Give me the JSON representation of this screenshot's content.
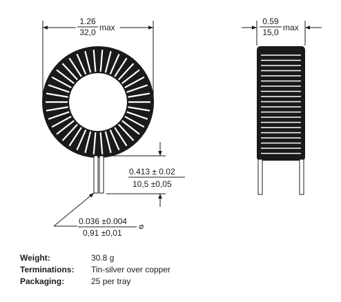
{
  "dimensions": {
    "od": {
      "inch": "1.26",
      "mm": "32,0",
      "suffix": "max"
    },
    "height": {
      "inch": "0.59",
      "mm": "15,0",
      "suffix": "max"
    },
    "lead_length": {
      "inch": "0.413 ± 0.02",
      "mm": "10,5 ±0,05"
    },
    "lead_diameter": {
      "inch": "0.036 ±0.004",
      "mm": "0,91 ±0,01",
      "symbol": "⌀"
    }
  },
  "specs": [
    {
      "label": "Weight:",
      "value": "30.8 g"
    },
    {
      "label": "Terminations:",
      "value": "Tin-silver over copper"
    },
    {
      "label": "Packaging:",
      "value": "25 per tray"
    }
  ],
  "colors": {
    "ink": "#1a1a1a",
    "background": "#ffffff"
  }
}
